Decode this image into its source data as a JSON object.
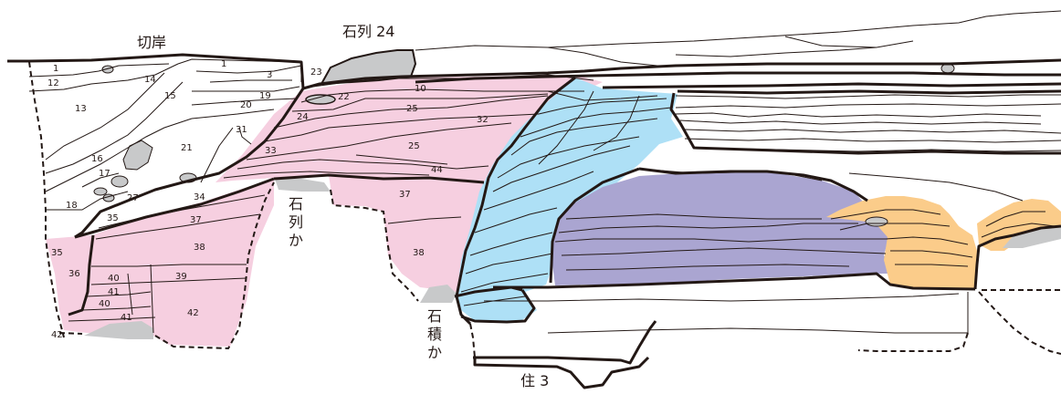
{
  "labels": {
    "kirigishi": "切岸",
    "sekiretsu24": "石列 24",
    "sekiretsuka": [
      "石",
      "列",
      "か"
    ],
    "sekisekika": [
      "石",
      "積",
      "か"
    ],
    "ju3": "住 3"
  },
  "layer_numbers": {
    "n1a": "1",
    "n1b": "1",
    "n3": "3",
    "n10": "10",
    "n12": "12",
    "n13": "13",
    "n14": "14",
    "n15": "15",
    "n16": "16",
    "n17": "17",
    "n18": "18",
    "n19": "19",
    "n20": "20",
    "n21": "21",
    "n22": "22",
    "n23": "23",
    "n24": "24",
    "n25a": "25",
    "n25b": "25",
    "n27": "27",
    "n31": "31",
    "n32": "32",
    "n33": "33",
    "n34": "34",
    "n35a": "35",
    "n35b": "35",
    "n36": "36",
    "n37a": "37",
    "n37b": "37",
    "n38a": "38",
    "n38b": "38",
    "n39": "39",
    "n40a": "40",
    "n40b": "40",
    "n41a": "41",
    "n41b": "41",
    "n42a": "42",
    "n42b": "42",
    "n44": "44"
  },
  "colors": {
    "pink": "#f6cfe0",
    "blue": "#aee0f6",
    "purple": "#aaa5d1",
    "orange": "#fbcc8a",
    "stone": "#c8c9ca",
    "line": "#231815"
  }
}
